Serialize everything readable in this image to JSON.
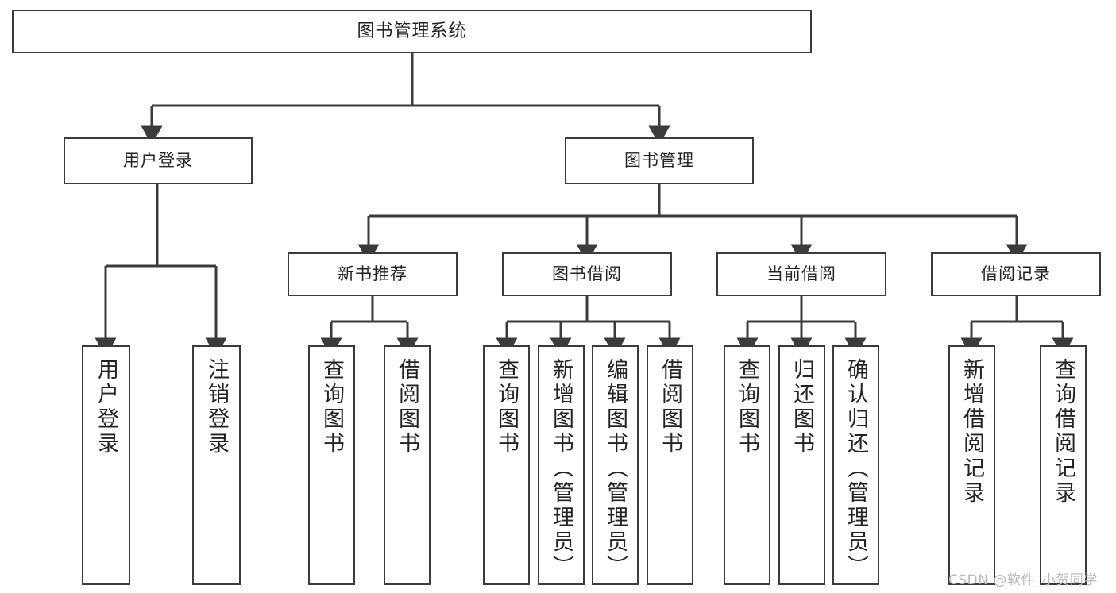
{
  "diagram": {
    "title": "图书管理系统",
    "type": "tree-hierarchy-diagram",
    "watermark": "CSDN @软件_小贺同学",
    "colors": {
      "background": "#ffffff",
      "line": "#3b3b3b",
      "box_border": "#3b3b3b",
      "box_fill": "#ffffff",
      "text": "#232323",
      "watermark": "#b9b9b9"
    }
  },
  "nodes": {
    "root": {
      "label": "图书管理系统"
    },
    "level2": [
      {
        "id": "user-login",
        "label": "用户登录"
      },
      {
        "id": "book-manage",
        "label": "图书管理"
      }
    ],
    "level3": [
      {
        "id": "new-book-recommend",
        "label": "新书推荐"
      },
      {
        "id": "book-borrow",
        "label": "图书借阅"
      },
      {
        "id": "current-borrow",
        "label": "当前借阅"
      },
      {
        "id": "borrow-record",
        "label": "借阅记录"
      }
    ],
    "leaves": {
      "user-login": [
        {
          "id": "leaf-user-login",
          "label": "用户登录"
        },
        {
          "id": "leaf-user-logout",
          "label": "注销登录"
        }
      ],
      "new-book-recommend": [
        {
          "id": "leaf-query-book-1",
          "label": "查询图书"
        },
        {
          "id": "leaf-borrow-book-1",
          "label": "借阅图书"
        }
      ],
      "book-borrow": [
        {
          "id": "leaf-query-book-2",
          "label": "查询图书"
        },
        {
          "id": "leaf-add-book",
          "label": "新增图书（管理员）"
        },
        {
          "id": "leaf-edit-book",
          "label": "编辑图书（管理员）"
        },
        {
          "id": "leaf-borrow-book-2",
          "label": "借阅图书"
        }
      ],
      "current-borrow": [
        {
          "id": "leaf-query-book-3",
          "label": "查询图书"
        },
        {
          "id": "leaf-return-book",
          "label": "归还图书"
        },
        {
          "id": "leaf-confirm-return",
          "label": "确认归还（管理员）"
        }
      ],
      "borrow-record": [
        {
          "id": "leaf-add-record",
          "label": "新增借阅记录"
        },
        {
          "id": "leaf-query-record",
          "label": "查询借阅记录"
        }
      ]
    }
  }
}
